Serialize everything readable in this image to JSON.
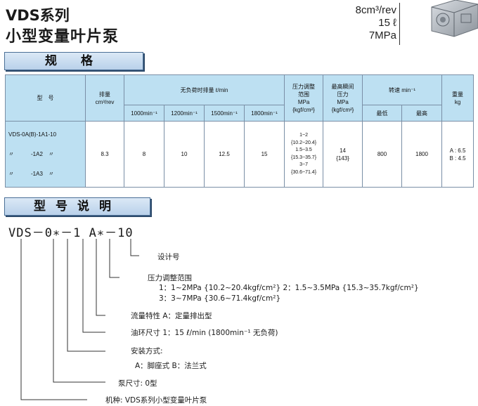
{
  "header": {
    "title_line1": "VDS系列",
    "title_line2": "小型变量叶片泵",
    "spec_displacement": "8cm³/rev",
    "spec_flow": "15 ℓ",
    "spec_pressure": "7MPa"
  },
  "section_spec": {
    "label": "规 格"
  },
  "table": {
    "h_model": "型　号",
    "h_disp_1": "排量",
    "h_disp_2": "cm³/rev",
    "h_noload": "无负荷时排量  ℓ/min",
    "h_n1000": "1000min⁻¹",
    "h_n1200": "1200min⁻¹",
    "h_n1500": "1500min⁻¹",
    "h_n1800": "1800min⁻¹",
    "h_padj_1": "压力调整",
    "h_padj_2": "范围",
    "h_padj_3": "MPa",
    "h_padj_4": "{kgf/cm²}",
    "h_pmax_1": "最高瞬间",
    "h_pmax_2": "压力",
    "h_pmax_3": "MPa",
    "h_pmax_4": "{kgf/cm²}",
    "h_speed": "转速 min⁻¹",
    "h_speed_min": "最低",
    "h_speed_max": "最高",
    "h_weight_1": "重量",
    "h_weight_2": "kg",
    "models": [
      "VDS-0A(B)-1A1-10",
      "〃　　　-1A2　〃",
      "〃　　　-1A3　〃"
    ],
    "displacement": "8.3",
    "flow_1000": "8",
    "flow_1200": "10",
    "flow_1500": "12.5",
    "flow_1800": "15",
    "pressure_ranges": [
      "1~2",
      "{10.2~20.4}",
      "1.5~3.5",
      "{15.3~35.7}",
      "3~7",
      "{30.6~71.4}"
    ],
    "max_pressure": "14",
    "max_pressure_kgf": "{143}",
    "speed_min": "800",
    "speed_max": "1800",
    "weight_a": "A : 6.5",
    "weight_b": "B : 4.5"
  },
  "section_model": {
    "label": "型号说明"
  },
  "model_code": "VDS－0∗－1 A∗－10",
  "descriptions": {
    "design_no": "设计号",
    "pressure_title": "压力调整范围",
    "pressure_line1": "1：1~2MPa {10.2~20.4kgf/cm²}   2：1.5~3.5MPa {15.3~35.7kgf/cm²}",
    "pressure_line2": "3：3~7MPa {30.6~71.4kgf/cm²}",
    "flow_char": "流量特性  A：定量排出型",
    "oil_ring": "油环尺寸  1：15 ℓ/min (1800min⁻¹ 无负荷)",
    "mount_title": "安装方式:",
    "mount_values": "A：脚座式  B：法兰式",
    "pump_size": "泵尺寸:  0型",
    "series": "机种:  VDS系列小型变量叶片泵"
  },
  "colors": {
    "header_fill": "#bde0f2",
    "banner_fill": "#c9dcef",
    "border": "#7a8fa6"
  }
}
